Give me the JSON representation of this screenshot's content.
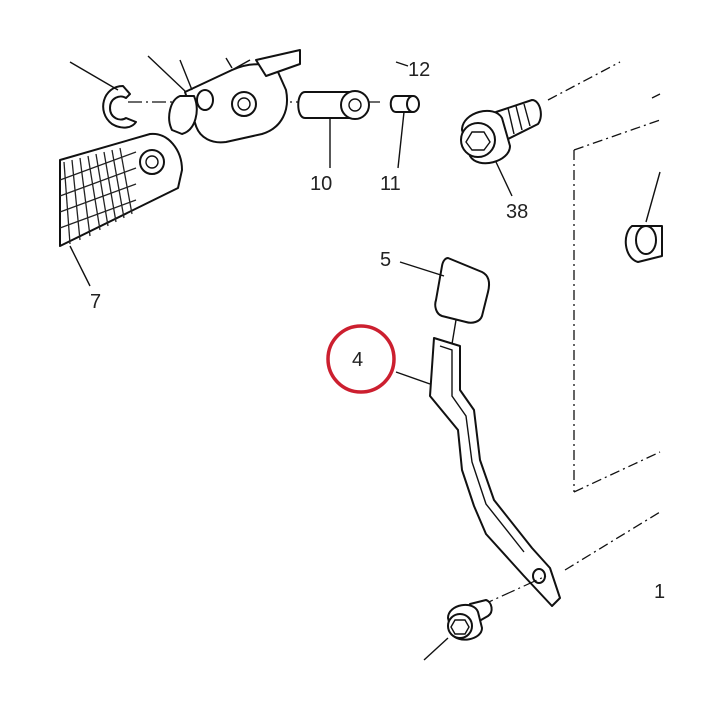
{
  "diagram": {
    "callouts": {
      "part_4": "4",
      "part_5": "5",
      "part_7": "7",
      "part_10": "10",
      "part_11": "11",
      "part_12": "12",
      "part_38": "38",
      "part_edge": "1"
    },
    "highlight": {
      "target": "4",
      "color": "#cc1f2f"
    },
    "line_color": "#111111"
  }
}
